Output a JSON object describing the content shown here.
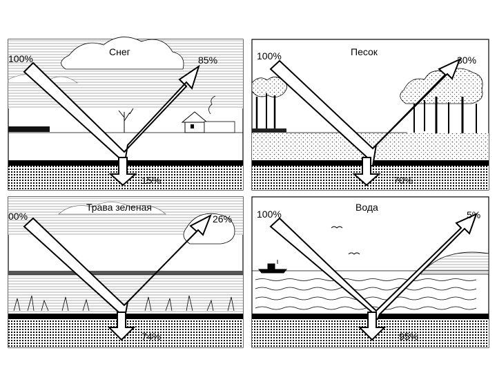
{
  "panels": [
    {
      "title": "Снег",
      "incoming": "100%",
      "reflected": "85%",
      "absorbed": "15%"
    },
    {
      "title": "Песок",
      "incoming": "100%",
      "reflected": "30%",
      "absorbed": "70%"
    },
    {
      "title": "Трава зеленая",
      "incoming": "00%",
      "reflected": "26%",
      "absorbed": "74%"
    },
    {
      "title": "Вода",
      "incoming": "100%",
      "reflected": "5%",
      "absorbed": "95%"
    }
  ],
  "colors": {
    "ink": "#000000",
    "paper": "#ffffff"
  }
}
